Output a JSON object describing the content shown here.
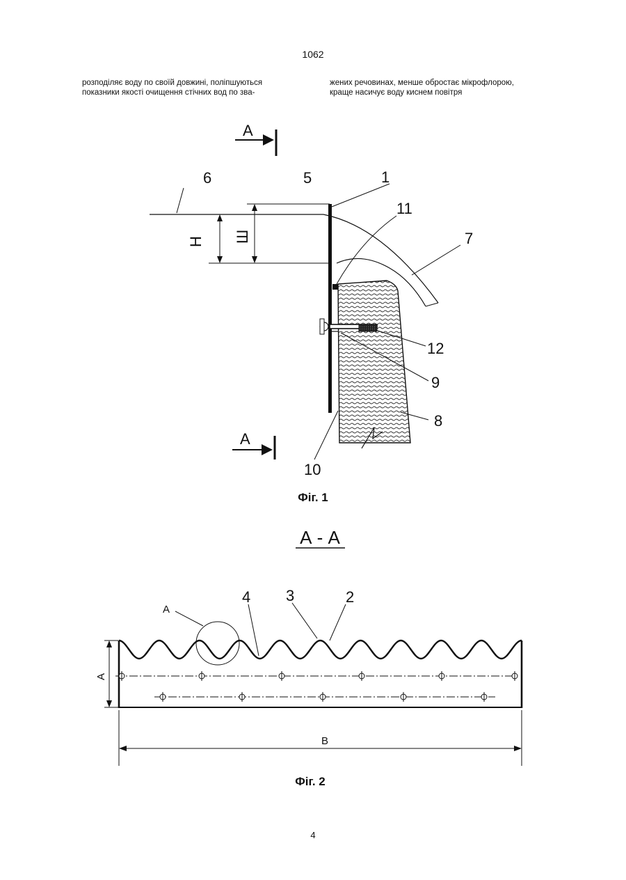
{
  "header": {
    "page_number": "1062"
  },
  "body_text": {
    "left_lines": [
      "розподіляє воду по своїй довжині, поліпшуються",
      "показники якості очищення стічних вод по зва-"
    ],
    "right_lines": [
      "жених речовинах, менше обростає мікрофлорою,",
      "краще насичує воду киснем повітря"
    ]
  },
  "fig1": {
    "caption": "Фіг. 1",
    "section_mark": "А",
    "dim_h": "Н",
    "dim_e": "Ш",
    "labels": [
      "6",
      "5",
      "1",
      "11",
      "7",
      "12",
      "9",
      "8",
      "10"
    ]
  },
  "fig2": {
    "section_title": "А - А",
    "caption": "Фіг. 2",
    "detail_label": "А",
    "dim_a": "А",
    "dim_b": "В",
    "labels": [
      "4",
      "3",
      "2"
    ]
  },
  "footer": {
    "page_number": "4"
  }
}
